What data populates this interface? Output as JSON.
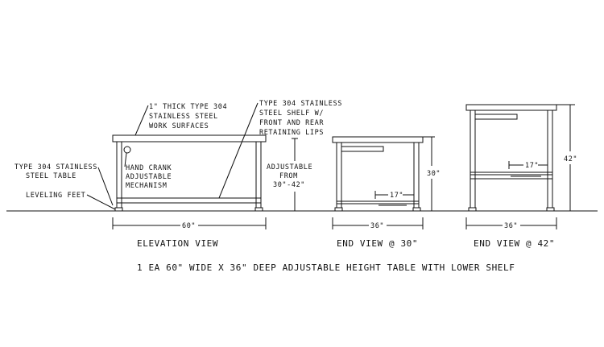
{
  "labels": {
    "work_surface": [
      "1\" THICK TYPE 304",
      "STAINLESS STEEL",
      "WORK SURFACES"
    ],
    "shelf": [
      "TYPE 304 STAINLESS",
      "STEEL SHELF W/",
      "FRONT AND REAR",
      "RETAINING LIPS"
    ],
    "table": [
      "TYPE 304 STAINLESS",
      "STEEL TABLE"
    ],
    "crank": [
      "HAND CRANK",
      "ADJUSTABLE",
      "MECHANISM"
    ],
    "feet": "LEVELING FEET",
    "adjustable": [
      "ADJUSTABLE",
      "FROM",
      "30\"-42\""
    ]
  },
  "dimensions": {
    "elevation_width": "60\"",
    "end30_width": "36\"",
    "end30_height": "30\"",
    "end30_shelf": "17\"",
    "end42_width": "36\"",
    "end42_height": "42\"",
    "end42_shelf": "17\""
  },
  "views": {
    "elevation": "ELEVATION VIEW",
    "end30": "END VIEW @ 30\"",
    "end42": "END VIEW @ 42\""
  },
  "caption": "1 EA 60\" WIDE X 36\" DEEP ADJUSTABLE HEIGHT TABLE WITH LOWER SHELF"
}
